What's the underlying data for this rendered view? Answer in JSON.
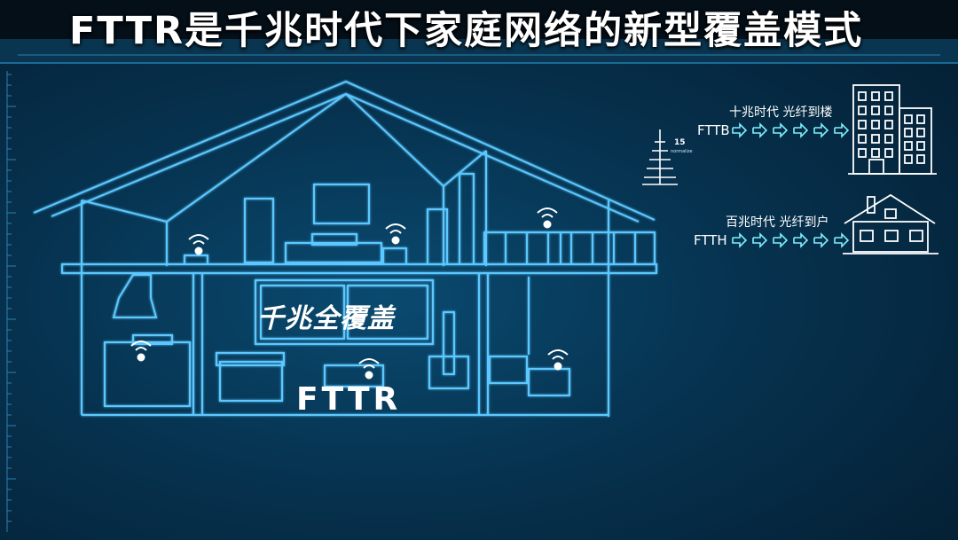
{
  "fttb": {
    "label": "FTTB",
    "era": "十兆时代  光纤到楼"
  },
  "ftth": {
    "label": "FTTH",
    "era": "百兆时代  光纤到户"
  },
  "tower": {
    "number": "15",
    "sub": "normalize"
  },
  "house": {
    "coverage_text": "千兆全覆盖",
    "product_text": "FTTR"
  },
  "subtitle": "FTTR是千兆时代下家庭网络的新型覆盖模式",
  "colors": {
    "line": "#5cc8ff",
    "accent": "#7df0ff",
    "background": "#06324f"
  },
  "icons": [
    "wifi-icon",
    "signal-tower-icon",
    "building-icon",
    "house-icon",
    "arrow-icon"
  ]
}
